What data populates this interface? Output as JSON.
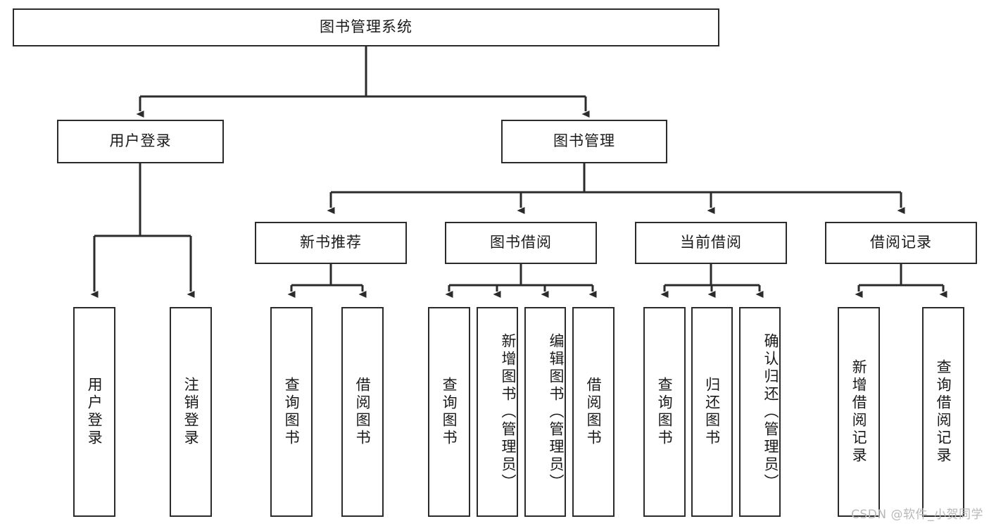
{
  "diagram": {
    "title_node": {
      "id": "root",
      "label": "图书管理系统"
    },
    "level2": [
      {
        "id": "user-login",
        "label": "用户登录"
      },
      {
        "id": "book-manage",
        "label": "图书管理"
      }
    ],
    "level3": [
      {
        "id": "new-book-rec",
        "label": "新书推荐"
      },
      {
        "id": "book-borrow",
        "label": "图书借阅"
      },
      {
        "id": "current-borrow",
        "label": "当前借阅"
      },
      {
        "id": "borrow-record",
        "label": "借阅记录"
      }
    ],
    "leaves": {
      "user_login": [
        {
          "id": "leaf-user-login",
          "label": "用户登录"
        },
        {
          "id": "leaf-logout-login",
          "label": "注销登录"
        }
      ],
      "new_book_rec": [
        {
          "id": "leaf-query-book-1",
          "label": "查询图书"
        },
        {
          "id": "leaf-borrow-book-1",
          "label": "借阅图书"
        }
      ],
      "book_borrow": [
        {
          "id": "leaf-query-book-2",
          "label": "查询图书"
        },
        {
          "id": "leaf-add-book",
          "label": "新增图书（管理员）"
        },
        {
          "id": "leaf-edit-book",
          "label": "编辑图书（管理员）"
        },
        {
          "id": "leaf-borrow-book-2",
          "label": "借阅图书"
        }
      ],
      "current_borrow": [
        {
          "id": "leaf-query-book-3",
          "label": "查询图书"
        },
        {
          "id": "leaf-return-book",
          "label": "归还图书"
        },
        {
          "id": "leaf-confirm-return",
          "label": "确认归还（管理员）"
        }
      ],
      "borrow_record": [
        {
          "id": "leaf-add-record",
          "label": "新增借阅记录"
        },
        {
          "id": "leaf-query-record",
          "label": "查询借阅记录"
        }
      ]
    }
  },
  "watermark": {
    "text": "CSDN @软件_小贺同学"
  },
  "colors": {
    "border": "#2b2b2b",
    "background": "#ffffff",
    "text": "#1a1a1a",
    "watermark": "#b8b8b8"
  }
}
